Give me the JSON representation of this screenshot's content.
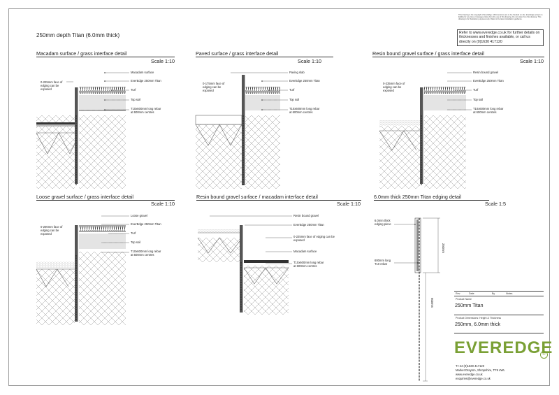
{
  "sheet": {
    "title": "250mm depth Titan (6.0mm thick)",
    "notice": "This drawing is the copyright of EverEdge. All dimensions are to be checked on site. EverEdge accept no liability for any loss or damage arising from the use of this drawing. Do not scale from this drawing. This drawing is for illustration purposes only. Refer to the latest installation guidance.",
    "refer": "Refer to www.everedge.co.uk for further details on thicknesses and finishes available, or call us directly on (0)1630 417120"
  },
  "details": [
    {
      "title": "Macadam surface / grass interface detail",
      "scale": "Scale 1:10",
      "labels": [
        "Macadam surface",
        "EverEdge 250mm Titan",
        "Turf",
        "Top soil",
        "T10x600mm long rebar",
        "at 600mm centres"
      ],
      "left_note": [
        "0-225mm face of",
        "edging can be",
        "exposed"
      ]
    },
    {
      "title": "Paved surface / grass interface detail",
      "scale": "Scale 1:10",
      "labels": [
        "Paving slab",
        "EverEdge 250mm Titan",
        "Turf",
        "Top soil",
        "T10x600mm long rebar",
        "at 600mm centres"
      ],
      "left_note": [
        "0-175mm face of",
        "edging can be",
        "exposed"
      ]
    },
    {
      "title": "Resin bound gravel surface / grass interface detail",
      "scale": "Scale 1:10",
      "labels": [
        "Resin bound gravel",
        "EverEdge 250mm Titan",
        "Turf",
        "Top soil",
        "T10x600mm long rebar",
        "at 600mm centres"
      ],
      "left_note": [
        "0-235mm face of",
        "edging can be",
        "exposed"
      ]
    },
    {
      "title": "Loose gravel surface / grass interface detail",
      "scale": "Scale 1:10",
      "labels": [
        "Loose gravel",
        "EverEdge 250mm Titan",
        "Turf",
        "Top soil",
        "T10x600mm long rebar",
        "at 600mm centres"
      ],
      "left_note": [
        "0-200mm face of",
        "edging can be",
        "exposed"
      ]
    },
    {
      "title": "Resin bound gravel surface / macadam interface detail",
      "scale": "Scale 1:10",
      "labels": [
        "Resin bound gravel",
        "EverEdge 250mm Titan",
        "0-225mm face of edging can be",
        "exposed",
        "Macadam surface",
        "T10x600mm long rebar",
        "at 600mm centres"
      ],
      "left_note": []
    },
    {
      "title": "6.0mm thick 250mm Titan edging detail",
      "scale": "Scale 1:5",
      "labels": [
        "6.0mm thick",
        "edging piece",
        "600mm long",
        "T10 rebar",
        "250mm",
        "600mm"
      ],
      "left_note": []
    }
  ],
  "title_block": {
    "headers": [
      "Rev",
      "Date",
      "By",
      "Notes"
    ],
    "product_name_label": "Product Name",
    "product_name": "250mm Titan",
    "dims_label": "Product Dimensions: Height & Thickness",
    "dims": "250mm, 6.0mm thick",
    "logo_text": "EVEREDGE",
    "reg_mark": "®",
    "contact": [
      "T:+44 (0)1630 417120",
      "Market Drayton, Shropshire, TF9 4WL",
      "www.everedge.co.uk",
      "enquiries@everedge.co.uk"
    ]
  }
}
